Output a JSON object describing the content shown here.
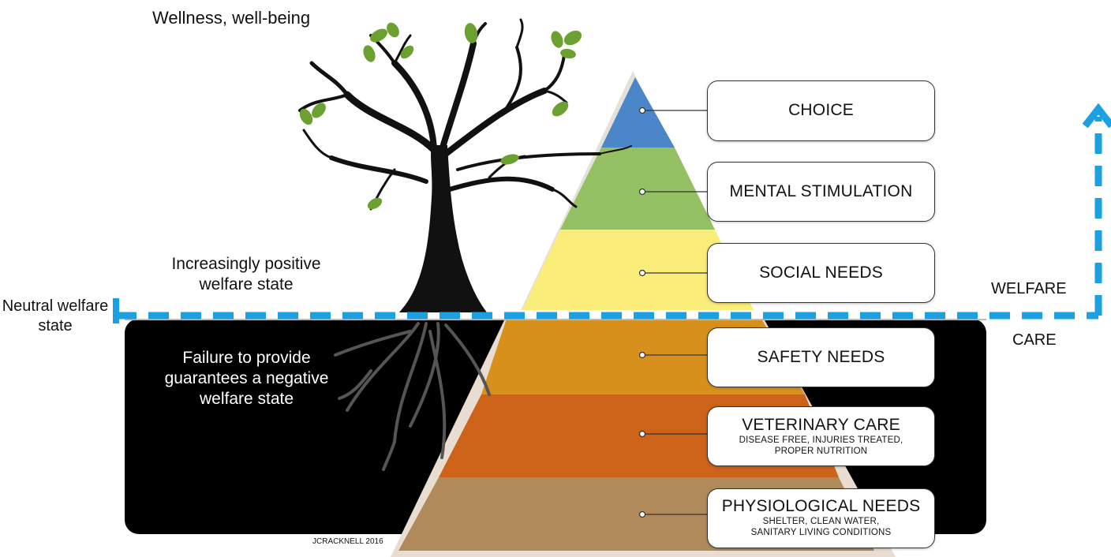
{
  "labels": {
    "top": "Wellness, well-being",
    "positive": "Increasingly positive welfare state",
    "neutral": "Neutral welfare state",
    "negative": "Failure to provide guarantees a negative welfare state",
    "welfare": "WELFARE",
    "care": "CARE",
    "credit": "JCRACKNELL 2016"
  },
  "levels": [
    {
      "name": "CHOICE",
      "color": "#4a86c8"
    },
    {
      "name": "MENTAL STIMULATION",
      "color": "#93c063"
    },
    {
      "name": "SOCIAL NEEDS",
      "color": "#fbed79"
    },
    {
      "name": "SAFETY NEEDS",
      "color": "#d8901c"
    },
    {
      "name": "VETERINARY CARE",
      "detail": [
        "DISEASE FREE, INJURIES TREATED,",
        "PROPER NUTRITION"
      ],
      "color": "#cc6318"
    },
    {
      "name": "PHYSIOLOGICAL NEEDS",
      "detail": [
        "SHELTER, CLEAN WATER,",
        "SANITARY LIVING CONDITIONS"
      ],
      "color": "#b08a5a"
    }
  ],
  "colors": {
    "arrow": "#1ba1e2",
    "ground": "#000000",
    "leaf": "#6ca030"
  }
}
